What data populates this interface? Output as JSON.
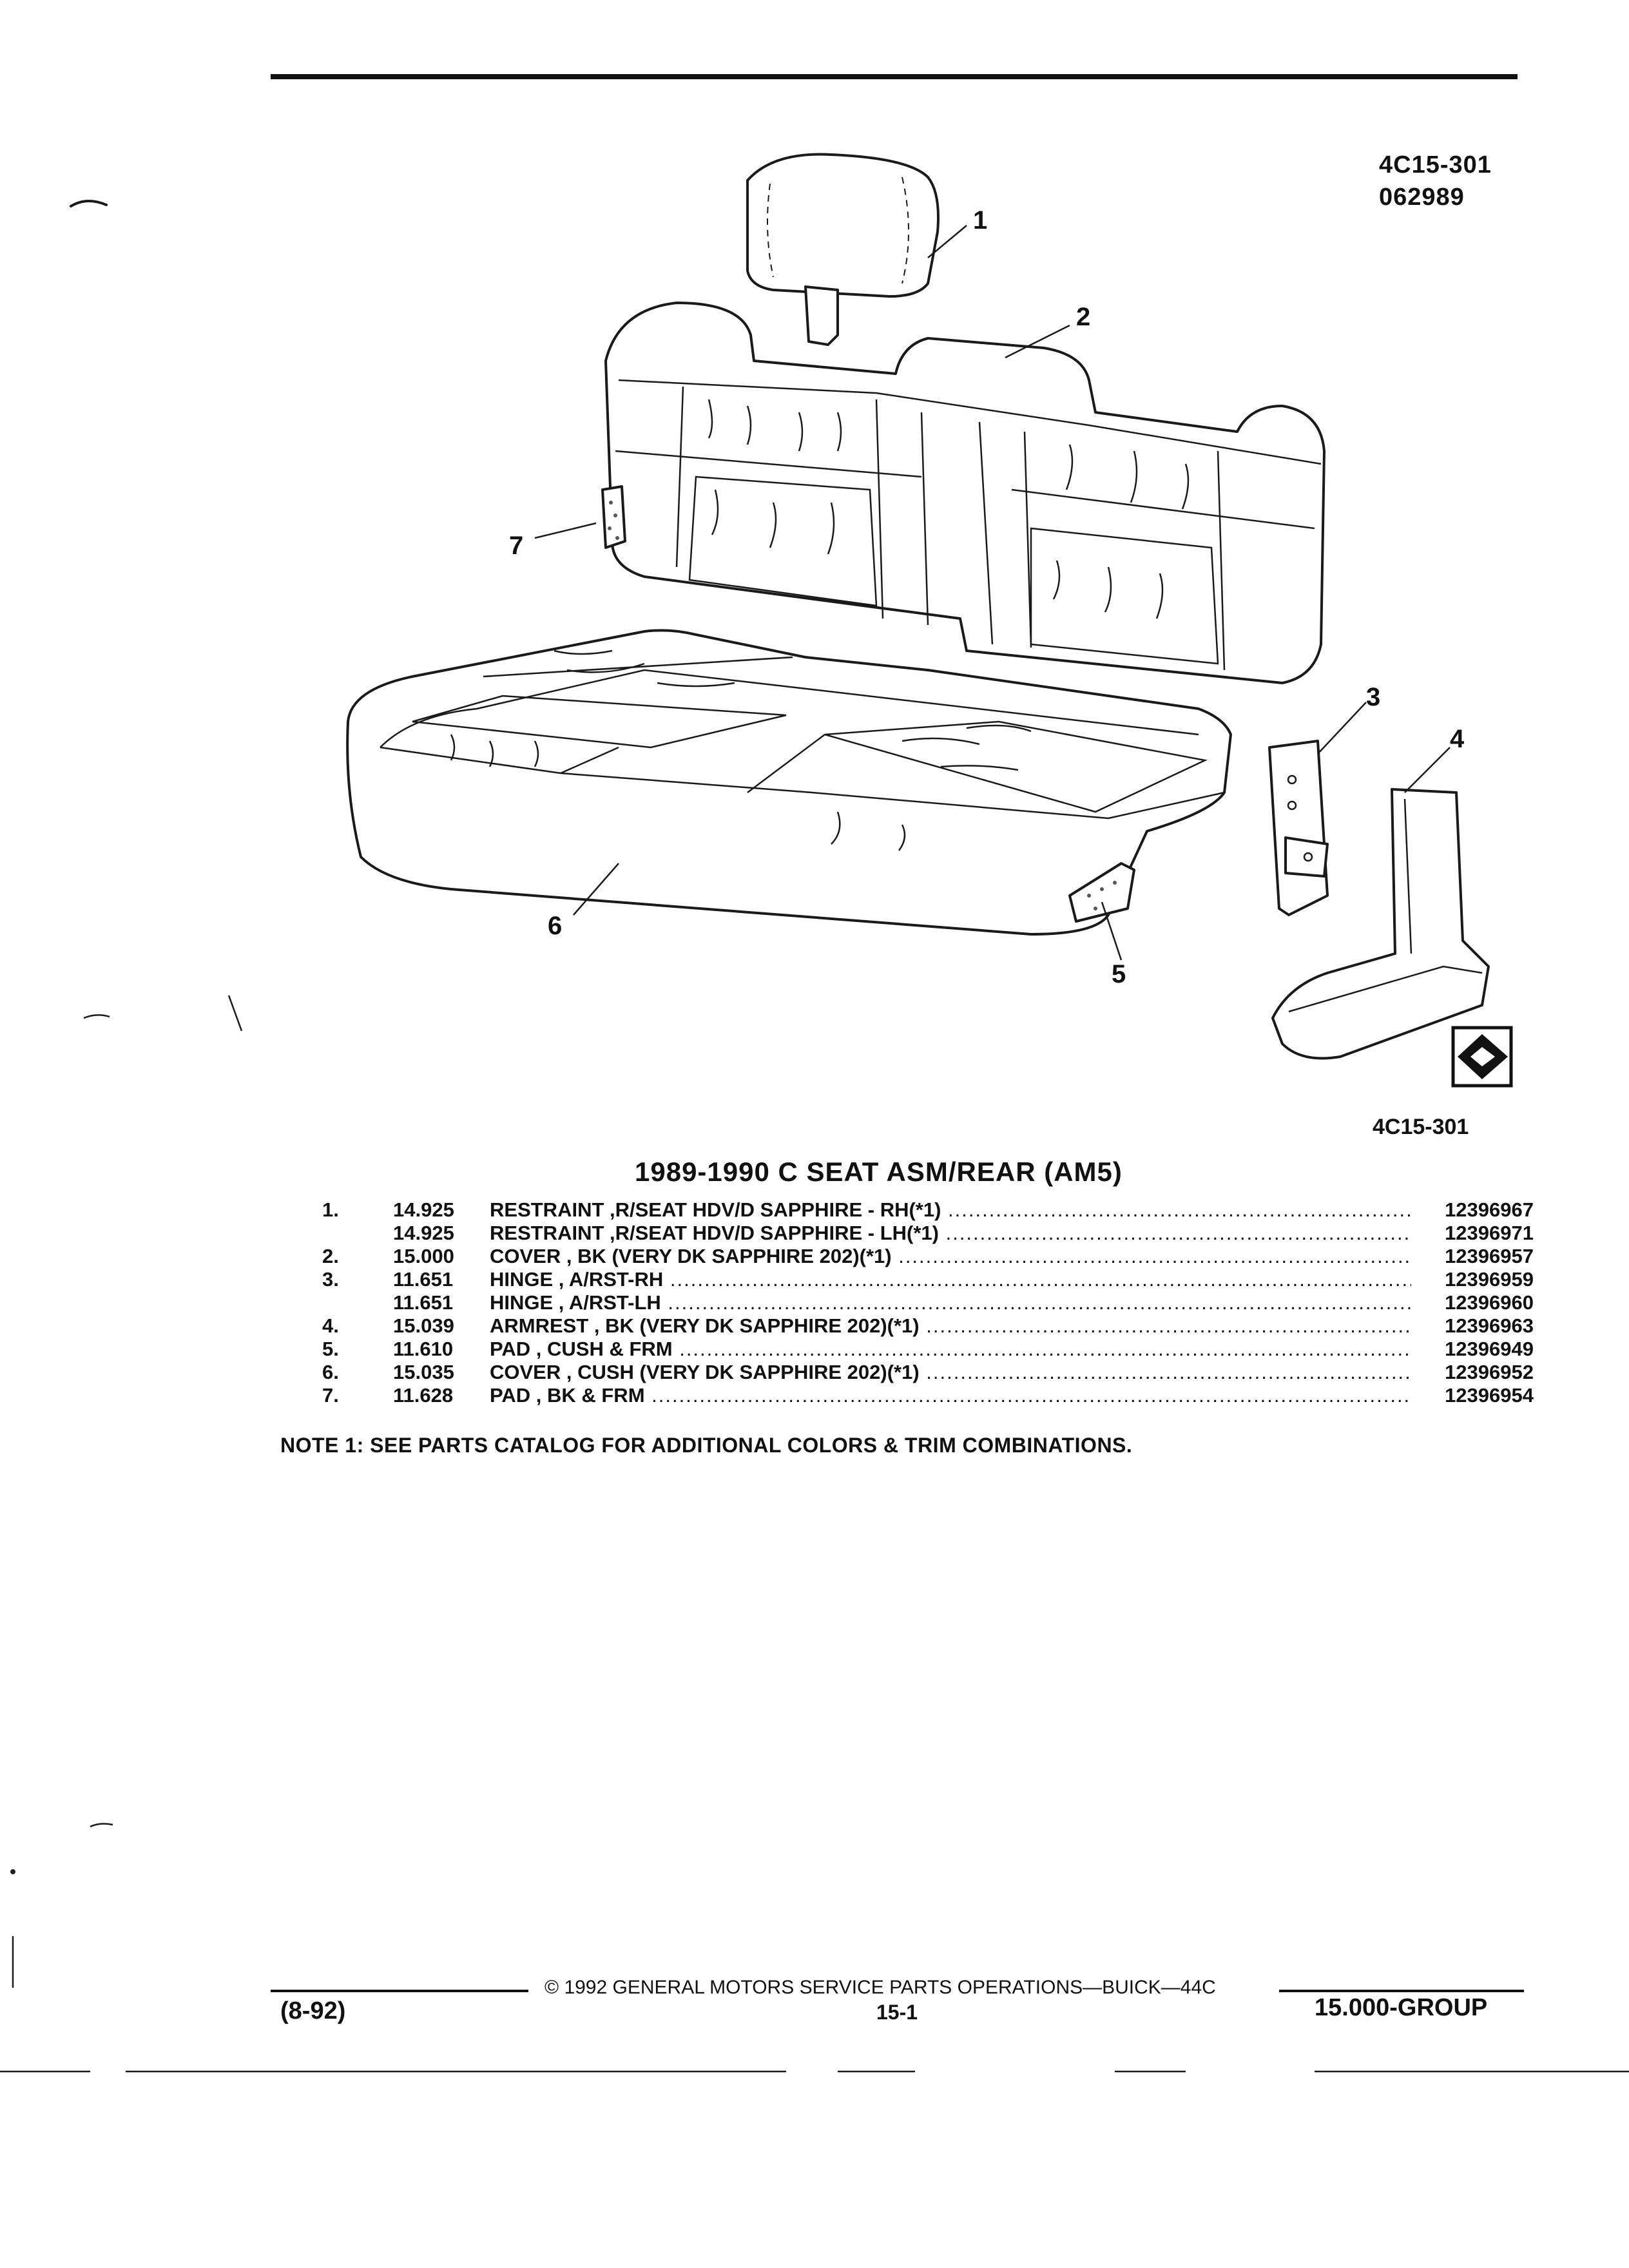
{
  "header": {
    "code": "4C15-301",
    "date_code": "062989"
  },
  "figure": {
    "ref_label": "4C15-301",
    "callouts": [
      "1",
      "2",
      "3",
      "4",
      "5",
      "6",
      "7"
    ],
    "logo_icon": "gm-spo-logo-icon"
  },
  "title": "1989-1990 C SEAT ASM/REAR (AM5)",
  "parts": [
    {
      "item": "1.",
      "group": "14.925",
      "desc": "RESTRAINT ,R/SEAT HDV/D SAPPHIRE - RH(*1)",
      "part_no": "12396967"
    },
    {
      "item": "",
      "group": "14.925",
      "desc": "RESTRAINT ,R/SEAT HDV/D SAPPHIRE - LH(*1)",
      "part_no": "12396971"
    },
    {
      "item": "2.",
      "group": "15.000",
      "desc": "COVER , BK (VERY DK SAPPHIRE 202)(*1)",
      "part_no": "12396957"
    },
    {
      "item": "3.",
      "group": "11.651",
      "desc": "HINGE , A/RST-RH",
      "part_no": "12396959"
    },
    {
      "item": "",
      "group": "11.651",
      "desc": "HINGE , A/RST-LH",
      "part_no": "12396960"
    },
    {
      "item": "4.",
      "group": "15.039",
      "desc": "ARMREST , BK (VERY DK SAPPHIRE 202)(*1)",
      "part_no": "12396963"
    },
    {
      "item": "5.",
      "group": "11.610",
      "desc": "PAD , CUSH & FRM",
      "part_no": "12396949"
    },
    {
      "item": "6.",
      "group": "15.035",
      "desc": "COVER , CUSH (VERY DK SAPPHIRE 202)(*1)",
      "part_no": "12396952"
    },
    {
      "item": "7.",
      "group": "11.628",
      "desc": "PAD , BK & FRM",
      "part_no": "12396954"
    }
  ],
  "note": "NOTE  1:  SEE PARTS CATALOG FOR ADDITIONAL COLORS & TRIM COMBINATIONS.",
  "footer": {
    "date": "(8-92)",
    "copyright": "©  1992  GENERAL MOTORS SERVICE PARTS OPERATIONS—BUICK—44C",
    "page": "15-1",
    "group": "15.000-GROUP"
  }
}
